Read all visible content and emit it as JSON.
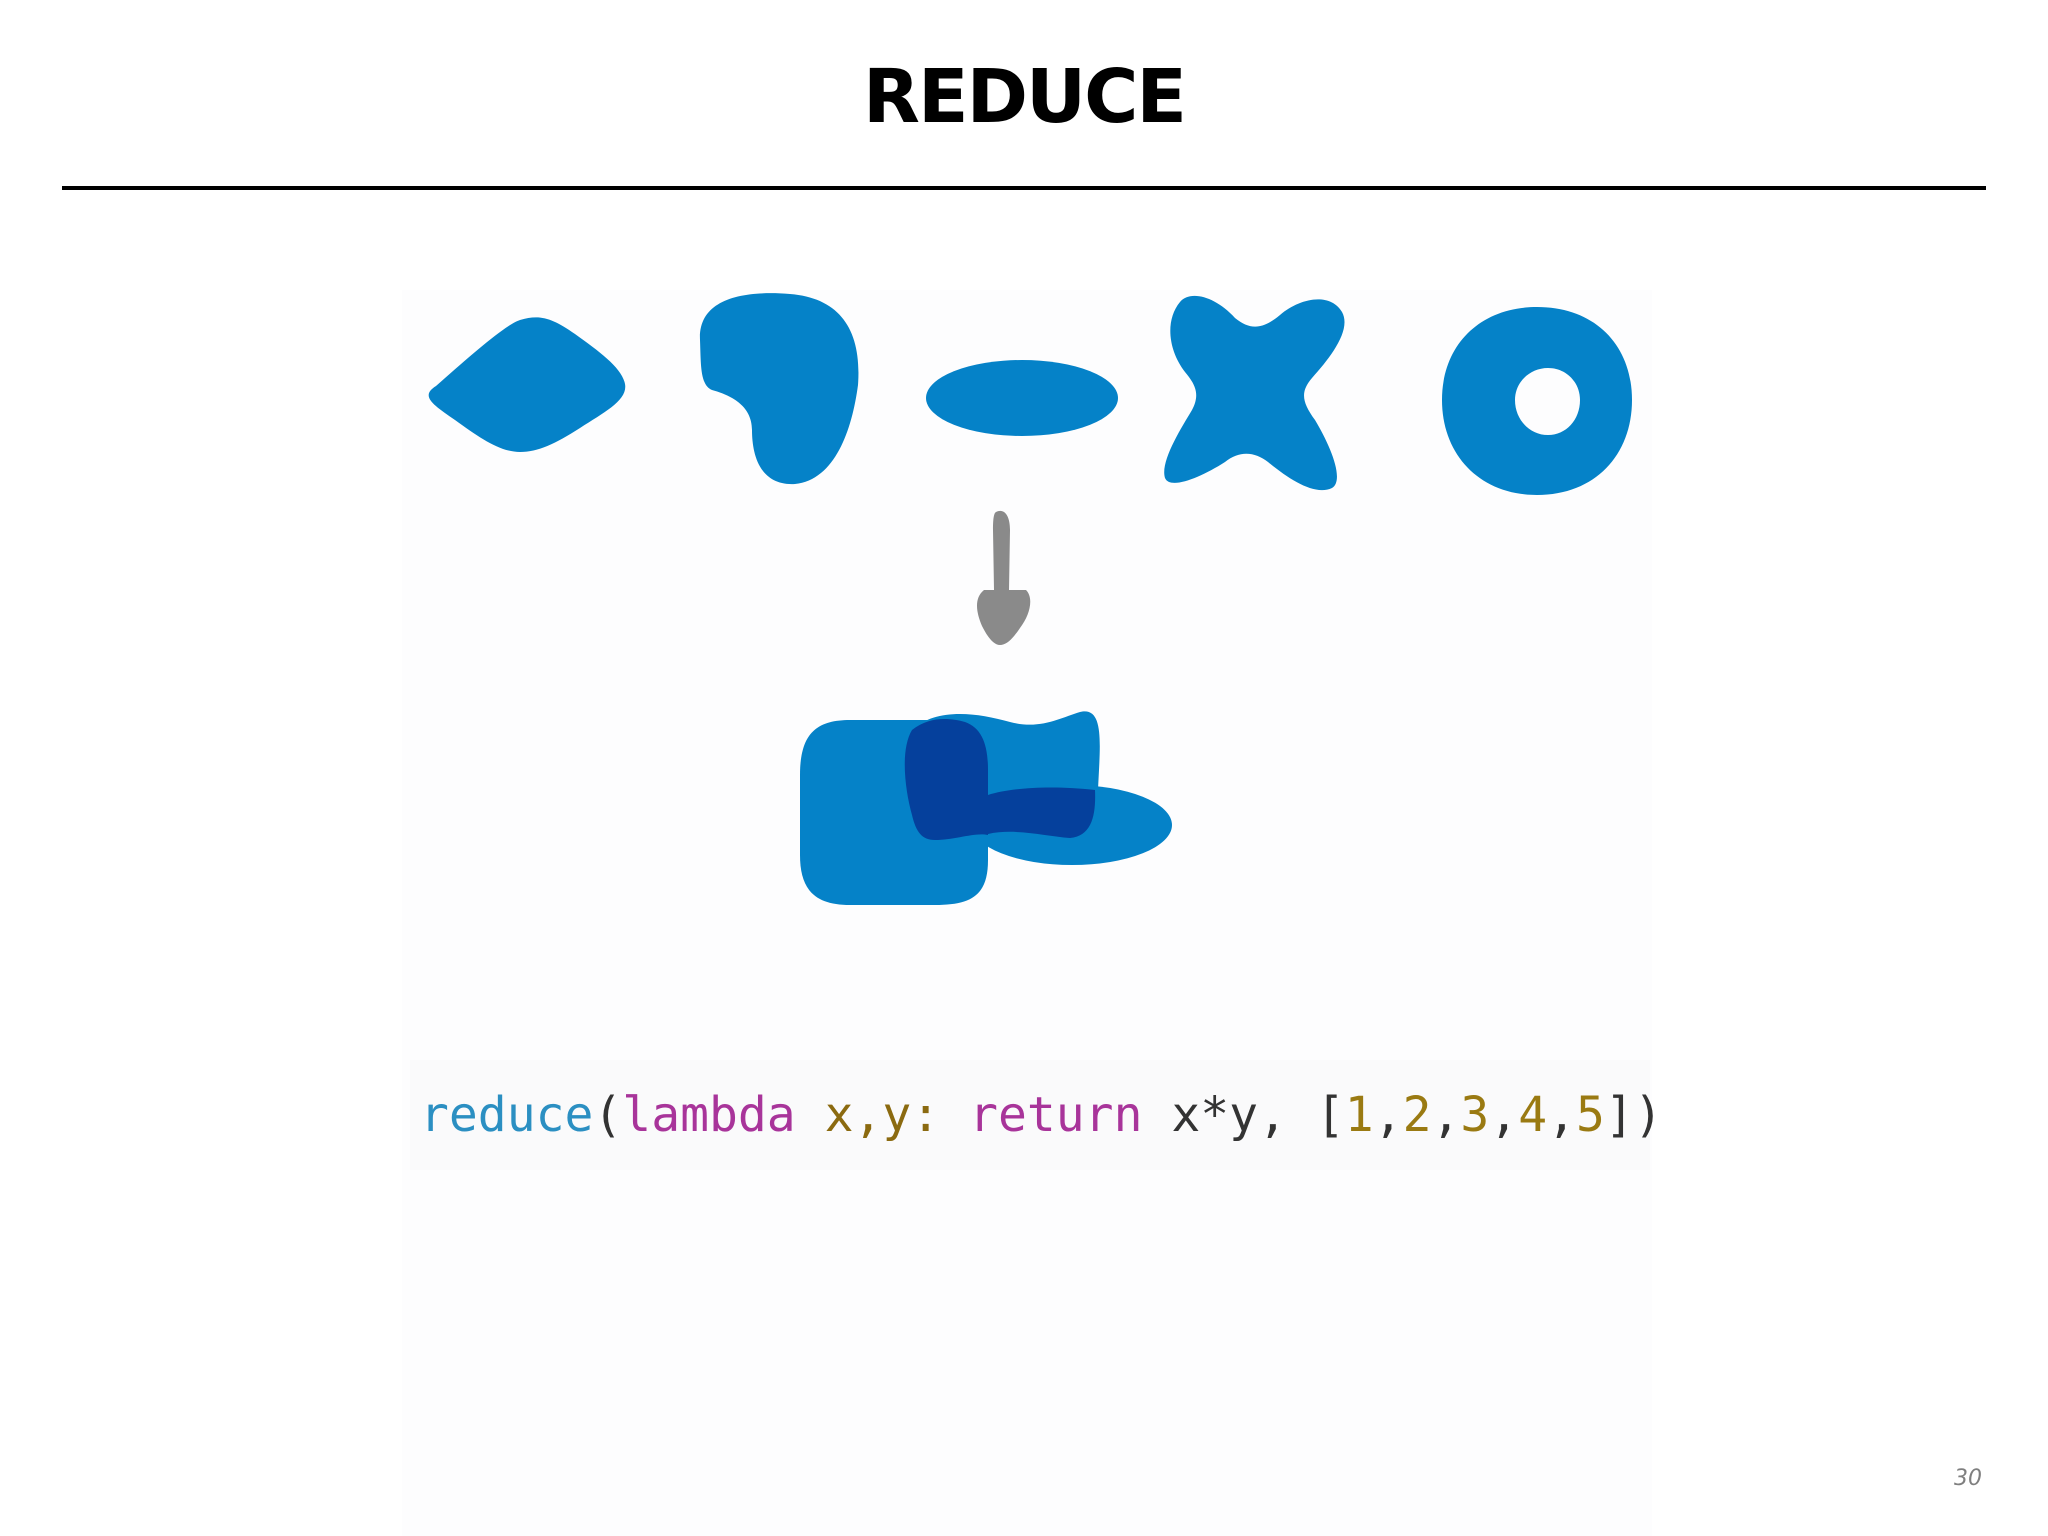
{
  "slide": {
    "title": "REDUCE",
    "page_number": "30"
  },
  "figure": {
    "shape_color": "#0582c8",
    "overlap_color": "#05409c",
    "arrow_color": "#8a8a8a",
    "input_shapes": [
      "diamond-blob",
      "comma-blob",
      "flat-ellipse-blob",
      "x-blob",
      "ring-blob"
    ],
    "result_shape": "merged-overlapping-blob"
  },
  "code": {
    "fn": "reduce",
    "open": "(",
    "kw_lambda": "lambda",
    "params": " x,y:",
    "kw_return": " return",
    "expr": " x*y, ",
    "bracket_open": "[",
    "n1": "1",
    "c1": ",",
    "n2": "2",
    "c2": ",",
    "n3": "3",
    "c3": ",",
    "n4": "4",
    "c4": ",",
    "n5": "5",
    "bracket_close": "]",
    "close": ")"
  }
}
